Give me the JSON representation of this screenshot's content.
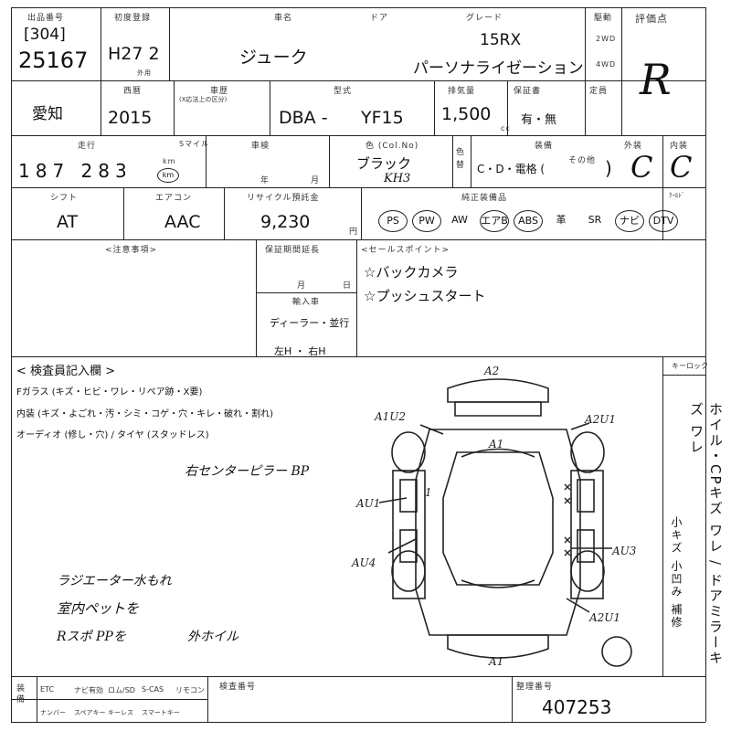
{
  "header": {
    "lot_label": "出品番号",
    "lot_code": "[304]",
    "lot_number": "25167",
    "first_reg_label": "初度登録",
    "first_reg": "H27 2",
    "small_note": "外用",
    "model_label": "車名",
    "model": "ジューク",
    "door_label": "ドア",
    "grade_label": "グレード",
    "grade_line1": "15RX",
    "grade_line2": "パーソナライゼーション",
    "drive_label": "駆動",
    "drive_2wd": "2WD",
    "drive_4wd": "4WD",
    "score_label": "評価点",
    "score": "R"
  },
  "row2": {
    "region": "愛知",
    "year_label": "西暦",
    "year": "2015",
    "type_label": "車歴",
    "type_sub": "(X応法上の区分)",
    "model_type_label": "型式",
    "model_prefix": "DBA -",
    "model_code": "YF15",
    "displacement_label": "排気量",
    "displacement": "1,500",
    "cc": "cc",
    "warranty_label": "保証書",
    "warranty": "有・無",
    "capacity_label": "定員"
  },
  "row3": {
    "mileage_label": "走行",
    "mileage_unit_label": "Sマイル",
    "mileage": "187 283",
    "mileage_unit": "km",
    "mileage_circle": "km",
    "inspection_label": "車検",
    "year_unit": "年",
    "month_unit": "月",
    "color_label": "色 (Col.No)",
    "color": "ブラック",
    "color_code": "KH3",
    "color_side": "色替",
    "equip_label": "装備",
    "equip": "C・D・電格 (",
    "other_label": "その他",
    "exterior_label": "外装",
    "exterior": "C",
    "interior_label": "内装",
    "interior": "C"
  },
  "row4": {
    "shift_label": "シフト",
    "shift": "AT",
    "ac_label": "エアコン",
    "ac": "AAC",
    "recycle_label": "リサイクル預託金",
    "recycle": "9,230",
    "yen": "円",
    "options_label": "純正装備品",
    "options": [
      "PS",
      "PW",
      "AW",
      "エアB",
      "ABS",
      "革",
      "SR",
      "ナビ",
      "DTV"
    ],
    "options_circled": [
      "PS",
      "PW",
      "エアB",
      "ABS",
      "ナビ",
      "DTV"
    ],
    "cool_label": "ｸｰﾙﾄﾞ"
  },
  "notes": {
    "notes_label": "<注意事項>",
    "warranty_exp_label": "保証期間延長",
    "month": "月",
    "day": "日",
    "import_label": "輸入車",
    "import_value": "ディーラー・並行",
    "handle_value": "左H ・ 右H",
    "sales_label": "<セールスポイント>",
    "sales_points": [
      "☆バックカメラ",
      "☆プッシュスタート"
    ]
  },
  "inspection": {
    "title": "< 検査員記入欄 >",
    "line1": "Fガラス (キズ・ヒビ・ワレ・リペア跡・X要)",
    "line2": "内装 (キズ・よごれ・汚・シミ・コゲ・穴・キレ・破れ・割れ)",
    "line3": "オーディオ (修し・穴) / タイヤ (スタッドレス)",
    "hand_note1": "右センターピラー BP",
    "hand_note2": "ラジエーター水もれ",
    "hand_note3": "室内ペットを",
    "hand_note4": "Rスポ PPを",
    "hand_note5": "外ホイル",
    "keylock": "キーロック",
    "side_text": "ホイル・CPキズ ワレ / ドアミラーキズ ワレ",
    "side_sub": "小キズ 小凹み 補修",
    "diagram_marks": [
      "A2",
      "A1U2",
      "A2U1",
      "A1",
      "AU1",
      "1",
      "AU4",
      "AU3",
      "A2U1",
      "A1"
    ]
  },
  "footer": {
    "labels_row1": [
      "装備",
      "ETC",
      "ナビ有効",
      "ロム/SD",
      "S-CAS",
      "リモコン"
    ],
    "labels_row2": [
      "ナンバー",
      "スペアキー",
      "キーレス",
      "スマートキー"
    ],
    "assess_label": "検査番号",
    "reg_label": "整理番号",
    "reg_number": "407253"
  },
  "colors": {
    "ink": "#111111",
    "line": "#222222",
    "paper": "#ffffff"
  }
}
